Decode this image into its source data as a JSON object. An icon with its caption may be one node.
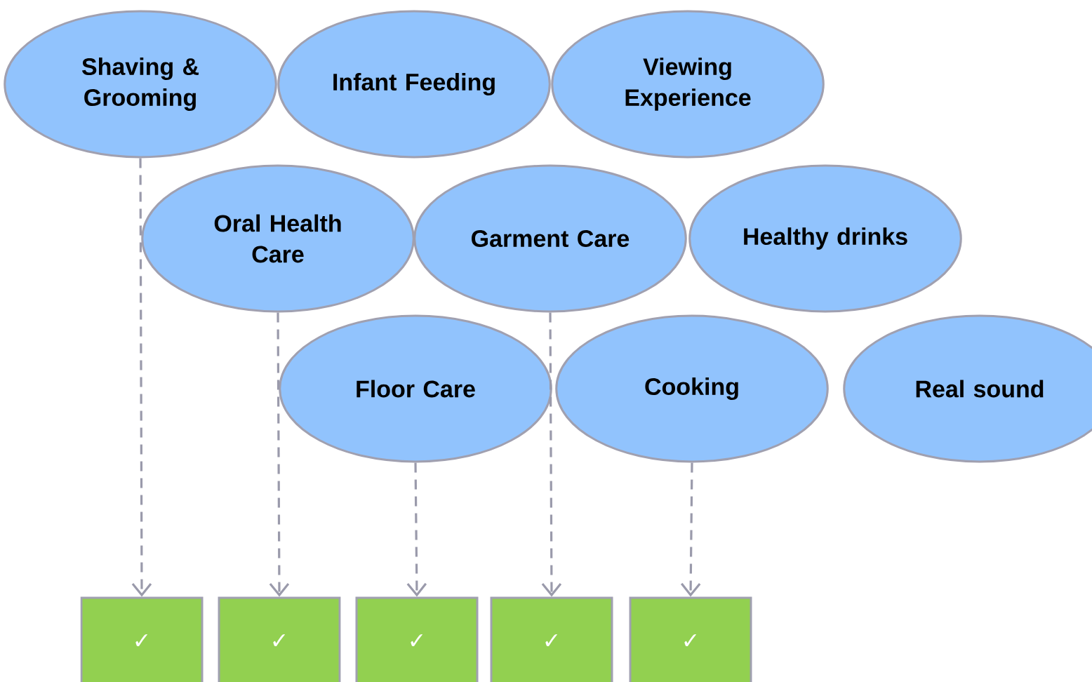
{
  "diagram": {
    "nodes": [
      {
        "text": [
          "Shaving & Grooming"
        ]
      },
      {
        "text": [
          "Infant Feeding"
        ]
      },
      {
        "text": [
          "Viewing Experience"
        ]
      },
      {
        "text": [
          "Oral Health Care"
        ]
      },
      {
        "text": [
          "Garment Care"
        ]
      },
      {
        "text": [
          "Healthy drinks"
        ]
      },
      {
        "text": [
          "Floor Care"
        ]
      },
      {
        "text": [
          "Cooking"
        ]
      },
      {
        "text": [
          "Real sound"
        ]
      },
      {
        "text": [
          "✓"
        ]
      },
      {
        "text": [
          "✓"
        ]
      },
      {
        "text": [
          "✓"
        ]
      },
      {
        "text": [
          "✓"
        ]
      },
      {
        "text": [
          "✓"
        ]
      }
    ],
    "edges": [
      {
        "from": 0,
        "to": 9,
        "arrow": "to",
        "style": "dashed"
      },
      {
        "from": 3,
        "to": 10,
        "arrow": "to",
        "style": "dashed"
      },
      {
        "from": 6,
        "to": 11,
        "arrow": "to",
        "style": "dashed"
      },
      {
        "from": 4,
        "to": 12,
        "arrow": "to",
        "style": "dashed"
      },
      {
        "from": 7,
        "to": 13,
        "arrow": "to",
        "style": "dashed"
      }
    ]
  }
}
